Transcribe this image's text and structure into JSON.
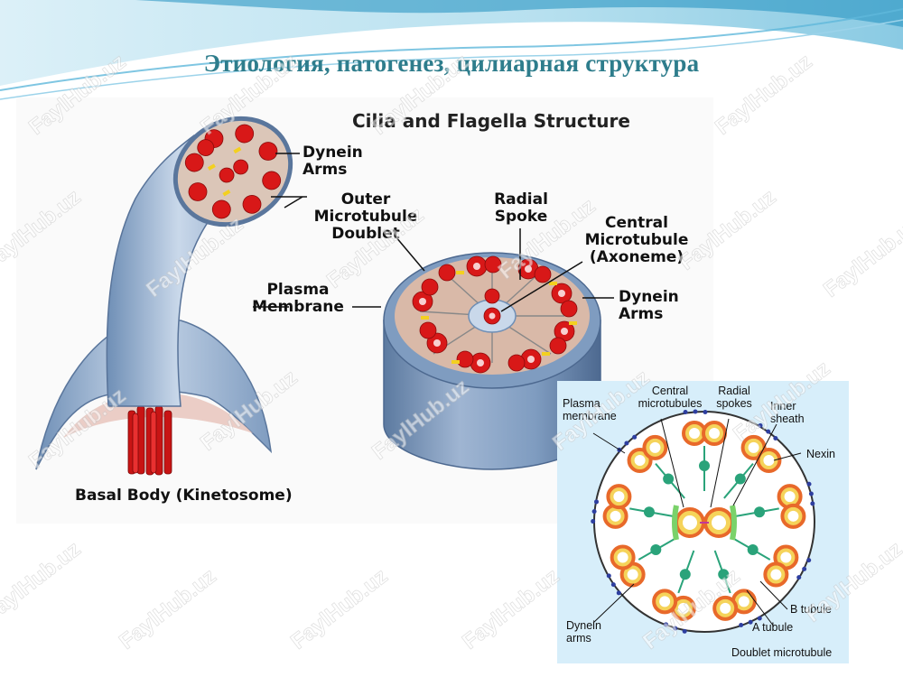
{
  "slide_title": "Этиология, патогенез, цилиарная структура",
  "watermark": "FaylHub.uz",
  "main_diagram": {
    "title": "Cilia and Flagella Structure",
    "labels": {
      "dynein_arms_top": "Dynein Arms",
      "outer_doublet": "Outer Microtubule Doublet",
      "radial_spoke": "Radial Spoke",
      "central_microtubule": "Central Microtubule (Axoneme)",
      "plasma_membrane": "Plasma Membrane",
      "dynein_arms_right": "Dynein Arms",
      "basal_body": "Basal Body (Kinetosome)"
    }
  },
  "cross_section": {
    "labels": {
      "plasma_membrane": "Plasma membrane",
      "central_microtubules": "Central microtubules",
      "radial_spokes": "Radial spokes",
      "inner_sheath": "Inner sheath",
      "nexin": "Nexin",
      "dynein_arms": "Dynein arms",
      "b_tubule": "B tubule",
      "a_tubule": "A tubule",
      "doublet_microtubule": "Doublet microtubule"
    }
  },
  "colors": {
    "title": "#2e7d8c",
    "microtubule_red": "#d81818",
    "membrane_blue": "#9ab3d2",
    "inset_bg": "#d7eefa",
    "doublet_orange": "#e8692a",
    "doublet_yellow": "#f5d35a",
    "spoke_teal": "#2aa37a"
  }
}
